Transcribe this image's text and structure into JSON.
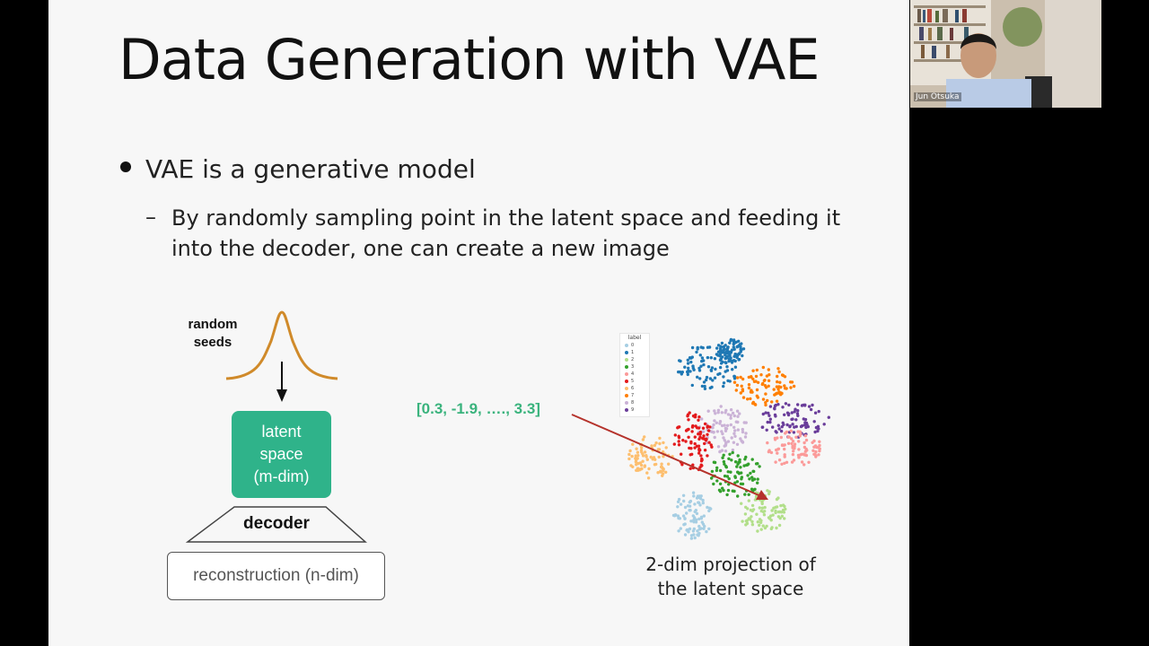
{
  "slide": {
    "title": "Data Generation with VAE",
    "bullet": "VAE is a generative model",
    "dash": "–",
    "sub_bullet": "By randomly sampling point in the latent space and feeding it into the decoder, one can create a new image"
  },
  "diagram": {
    "seeds_line1": "random",
    "seeds_line2": "seeds",
    "latent_line1": "latent",
    "latent_line2": "space",
    "latent_line3": "(m-dim)",
    "decoder": "decoder",
    "reconstruction": "reconstruction (n-dim)",
    "vector": "[0.3, -1.9, …., 3.3]",
    "caption_line1": "2-dim projection of",
    "caption_line2": "the latent space",
    "legend_title": "label",
    "legend": [
      {
        "label": "0",
        "color": "#a6cee3"
      },
      {
        "label": "1",
        "color": "#1f78b4"
      },
      {
        "label": "2",
        "color": "#b2df8a"
      },
      {
        "label": "3",
        "color": "#33a02c"
      },
      {
        "label": "4",
        "color": "#fb9a99"
      },
      {
        "label": "5",
        "color": "#e31a1c"
      },
      {
        "label": "6",
        "color": "#fdbf6f"
      },
      {
        "label": "7",
        "color": "#ff7f00"
      },
      {
        "label": "8",
        "color": "#cab2d6"
      },
      {
        "label": "9",
        "color": "#6a3d9a"
      }
    ]
  },
  "webcam": {
    "name": "Jun Otsuka"
  },
  "colors": {
    "latent_box": "#2fb38a",
    "vector_text": "#3ab37d",
    "gaussian_curve": "#d08a2a",
    "arrow": "#b5322b"
  }
}
